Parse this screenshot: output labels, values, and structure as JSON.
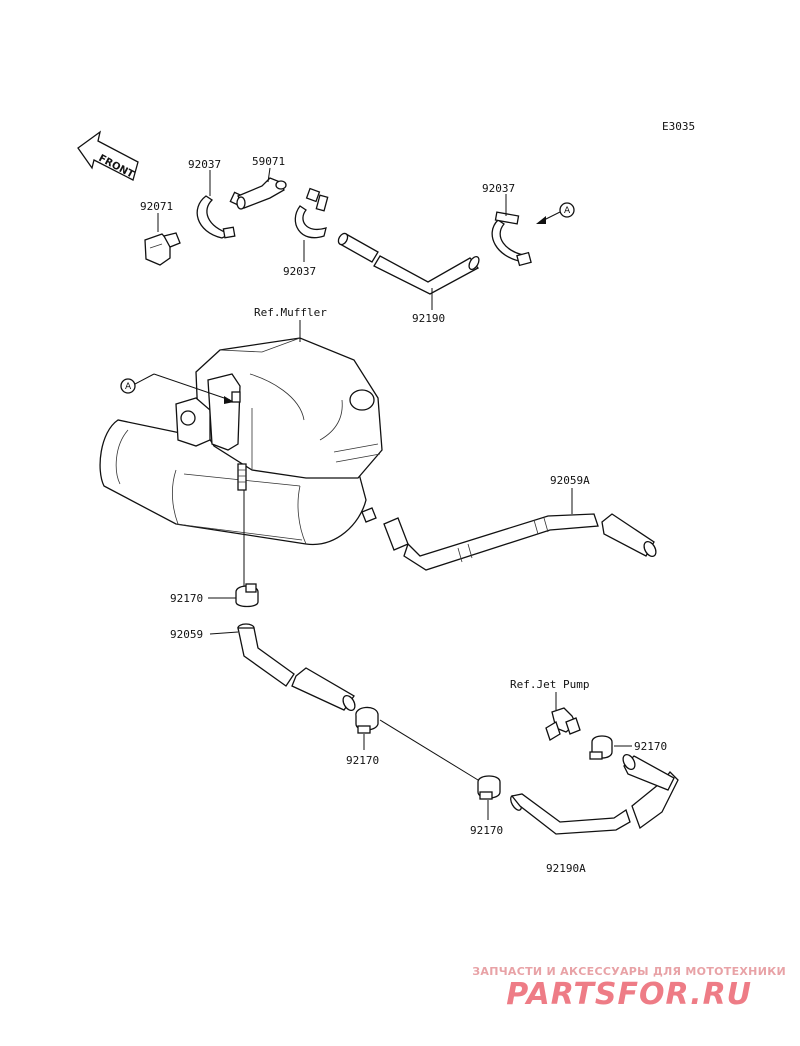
{
  "diagram": {
    "code": "E3035",
    "front_label": "FRONT",
    "callout_letter": "A",
    "refs": {
      "muffler": "Ref.Muffler",
      "jet_pump": "Ref.Jet Pump"
    },
    "parts": {
      "p92037_a": "92037",
      "p59071": "59071",
      "p92071": "92071",
      "p92037_b": "92037",
      "p92037_c": "92037",
      "p92190": "92190",
      "p92059a": "92059A",
      "p92170_a": "92170",
      "p92059": "92059",
      "p92170_b": "92170",
      "p92170_c": "92170",
      "p92170_d": "92170",
      "p92190a": "92190A"
    }
  },
  "watermark": {
    "caption": "ЗАПЧАСТИ И АКСЕССУАРЫ ДЛЯ МОТОТЕХНИКИ",
    "logo": "PARTSFOR.RU"
  }
}
